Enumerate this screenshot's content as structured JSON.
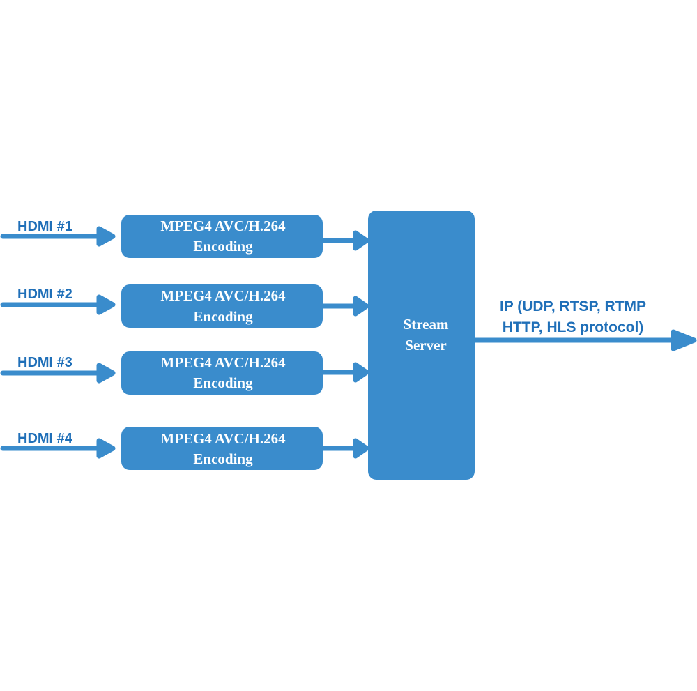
{
  "colors": {
    "primary": "#3a8ccc",
    "label_text": "#1f6fb8",
    "box_text": "#ffffff",
    "background": "#ffffff"
  },
  "inputs": [
    {
      "label": "HDMI #1",
      "encoder_line1": "MPEG4 AVC/H.264",
      "encoder_line2": "Encoding"
    },
    {
      "label": "HDMI #2",
      "encoder_line1": "MPEG4 AVC/H.264",
      "encoder_line2": "Encoding"
    },
    {
      "label": "HDMI #3",
      "encoder_line1": "MPEG4 AVC/H.264",
      "encoder_line2": "Encoding"
    },
    {
      "label": "HDMI #4",
      "encoder_line1": "MPEG4 AVC/H.264",
      "encoder_line2": "Encoding"
    }
  ],
  "server": {
    "line1": "Stream",
    "line2": "Server"
  },
  "output": {
    "line1": "IP (UDP, RTSP, RTMP",
    "line2": "HTTP, HLS protocol)"
  }
}
